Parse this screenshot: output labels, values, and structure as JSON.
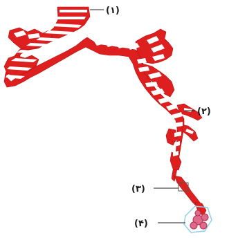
{
  "labels": {
    "l1": "(۱)",
    "l2": "(۲)",
    "l3": "(۳)",
    "l4": "(۴)"
  },
  "colors": {
    "airway": "#dd1f1f",
    "cartilage": "#ffffff",
    "alveolus": "#e06a8a",
    "capillary": "#8fd0e8"
  }
}
